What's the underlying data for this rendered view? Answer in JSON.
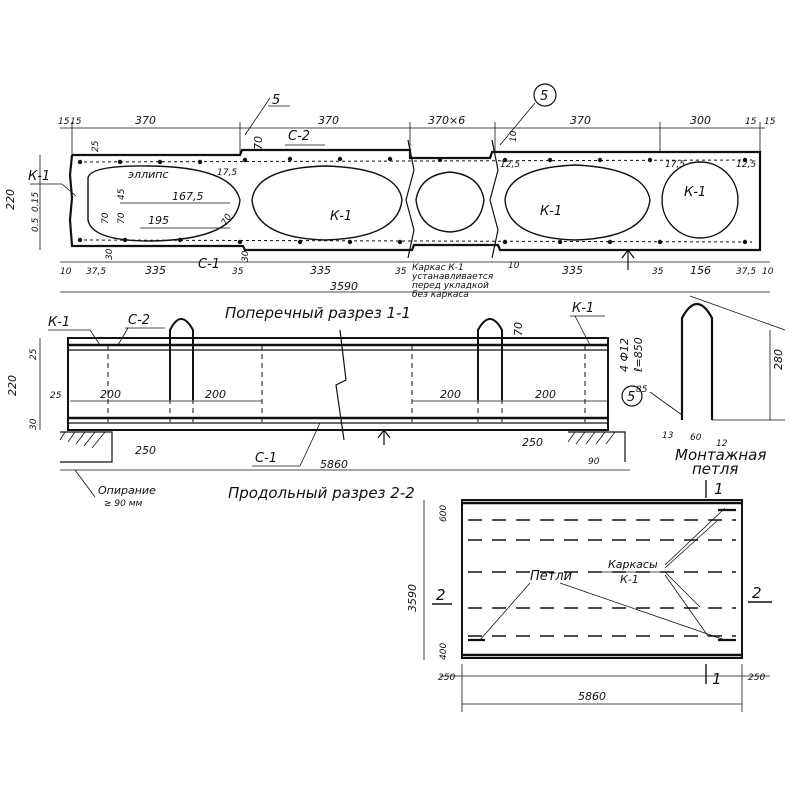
{
  "section_1": {
    "title": "Поперечный разрез 1-1",
    "callout_5a": "5",
    "callout_5b": "5",
    "top_dims": [
      "15",
      "15",
      "370",
      "370",
      "370×6",
      "370",
      "300",
      "15",
      "15"
    ],
    "left_dims": [
      "220",
      "25",
      "0.5",
      "0.15"
    ],
    "label_k1_left": "К-1",
    "label_c2": "С-2",
    "label_ellipse": "эллипс",
    "label_k1_mid": "К-1",
    "label_k1_mid2": "К-1",
    "label_k1_right": "К-1",
    "label_c1": "С-1",
    "ellipse_dims": [
      "167,5",
      "195",
      "70",
      "70",
      "45",
      "30",
      "70",
      "17,5",
      "17,5",
      "30"
    ],
    "small_dims": [
      "12,5",
      "12,5",
      "70",
      "10"
    ],
    "bottom_dims": [
      "10",
      "37,5",
      "335",
      "35",
      "335",
      "35",
      "10",
      "335",
      "35",
      "156",
      "37,5",
      "10"
    ],
    "total": "3590",
    "note_lines": [
      "Каркас К-1",
      "устанавливается",
      "перед укладкой",
      "без каркаса"
    ]
  },
  "section_2": {
    "title": "Продольный разрез 2-2",
    "label_k1_left": "К-1",
    "label_c2": "С-2",
    "label_k1_right": "К-1",
    "label_c1": "С-1",
    "rebar_note": [
      "4 Ф12",
      "ℓ=850"
    ],
    "left_dims": [
      "220",
      "25",
      "30",
      "25"
    ],
    "dims": [
      "200",
      "200",
      "200",
      "200",
      "250",
      "250",
      "90",
      "70"
    ],
    "total": "5860",
    "support_note": [
      "Опирание",
      "≥ 90 мм"
    ],
    "callout_5": "5"
  },
  "loop": {
    "title": [
      "Монтажная",
      "петля"
    ],
    "dims": [
      "280",
      "85",
      "13",
      "60",
      "12"
    ]
  },
  "plan": {
    "marks": [
      "1",
      "1",
      "2",
      "2"
    ],
    "height": "3590",
    "top_dim": "600",
    "bottom_dim": "400",
    "label_loops": "Петли",
    "label_frames": [
      "Каркасы",
      "К-1"
    ],
    "bottom_dims": [
      "250",
      "250"
    ],
    "total": "5860"
  }
}
